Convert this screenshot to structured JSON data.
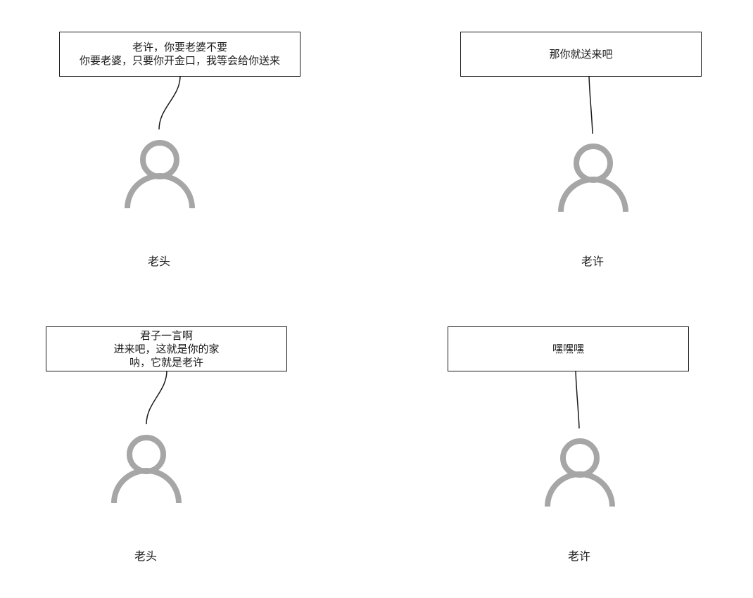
{
  "panels": [
    {
      "speech_lines": [
        "老许，你要老婆不要",
        "你要老婆，只要你开金口，我等会给你送来"
      ],
      "character_name": "老头"
    },
    {
      "speech_lines": [
        "那你就送来吧"
      ],
      "character_name": "老许"
    },
    {
      "speech_lines": [
        "君子一言啊",
        "进来吧，这就是你的家",
        "呐，它就是老许"
      ],
      "character_name": "老头"
    },
    {
      "speech_lines": [
        "嘿嘿嘿"
      ],
      "character_name": "老许"
    }
  ],
  "colors": {
    "stroke": "#1a1a1a",
    "figure": "#a6a6a6",
    "background": "#ffffff"
  }
}
